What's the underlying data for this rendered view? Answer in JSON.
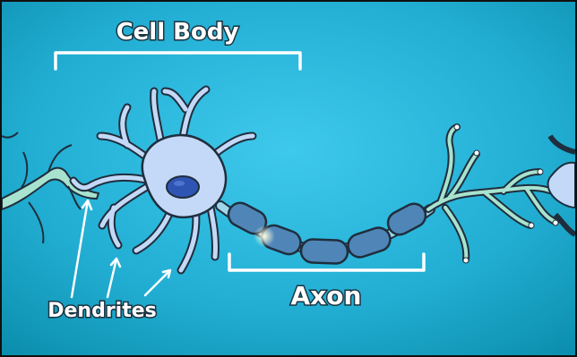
{
  "diagram": {
    "labels": {
      "cell_body": "Cell Body",
      "axon": "Axon",
      "dendrites": "Dendrites"
    },
    "colors": {
      "background_center": "#3ec9ec",
      "background_edge": "#0c8fae",
      "cell_body_fill": "#c4d9f8",
      "nucleus_fill": "#2f55b4",
      "myelin_fill": "#4f86b7",
      "axon_terminal_fill": "#a8e3cf",
      "outline": "#1f2e3d",
      "label_white": "#ffffff"
    }
  }
}
